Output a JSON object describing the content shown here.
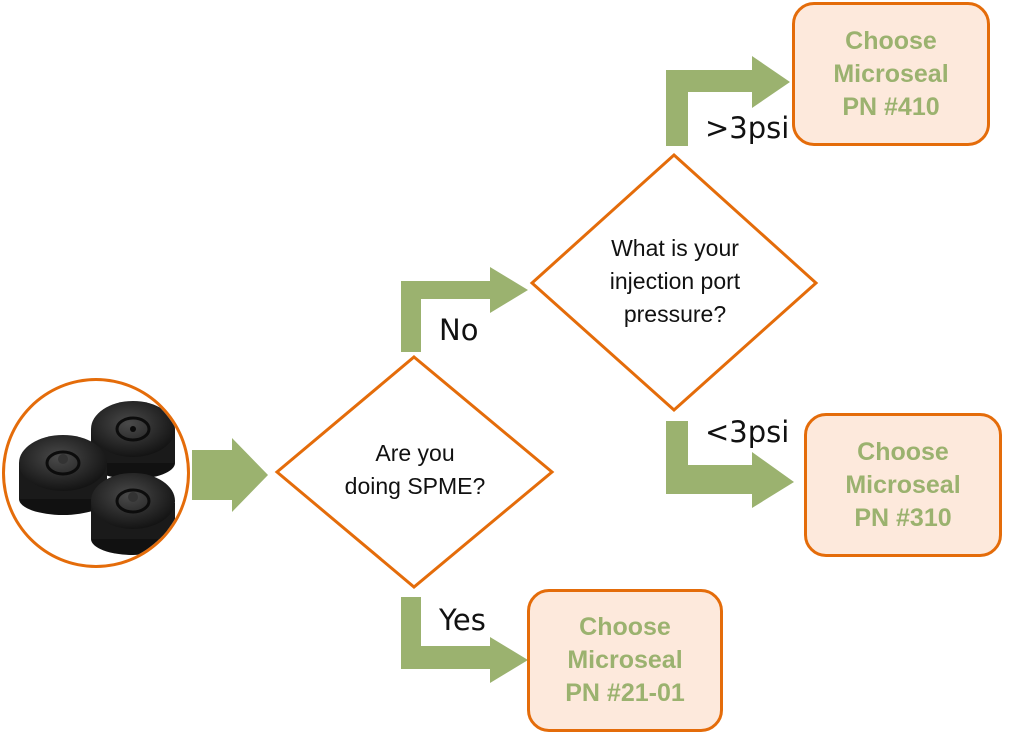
{
  "diagram": {
    "type": "flowchart",
    "start": {
      "image": "microseal-septa-photo",
      "description": "Three black Microseal septa"
    },
    "questions": [
      {
        "id": "spme",
        "lines": [
          "Are you",
          "doing SPME?"
        ]
      },
      {
        "id": "pressure",
        "lines": [
          "What is your",
          "injection port",
          "pressure?"
        ]
      }
    ],
    "branch_labels": {
      "no": "No",
      "yes": "Yes",
      "gt3": ">3psi",
      "lt3": "<3psi"
    },
    "results": [
      {
        "id": "pn410",
        "lines": [
          "Choose",
          "Microseal",
          "PN #410"
        ]
      },
      {
        "id": "pn310",
        "lines": [
          "Choose",
          "Microseal",
          "PN #310"
        ]
      },
      {
        "id": "pn2101",
        "lines": [
          "Choose",
          "Microseal",
          "PN #21-01"
        ]
      }
    ],
    "edges": [
      {
        "from": "start",
        "to": "spme",
        "label": ""
      },
      {
        "from": "spme",
        "to": "pressure",
        "label": "No"
      },
      {
        "from": "spme",
        "to": "pn2101",
        "label": "Yes"
      },
      {
        "from": "pressure",
        "to": "pn410",
        "label": ">3psi"
      },
      {
        "from": "pressure",
        "to": "pn310",
        "label": "<3psi"
      }
    ],
    "colors": {
      "outline": "#e46c0a",
      "arrow": "#9bb26f",
      "result_fill": "#fde9dc",
      "result_text": "#9bb26f"
    }
  }
}
